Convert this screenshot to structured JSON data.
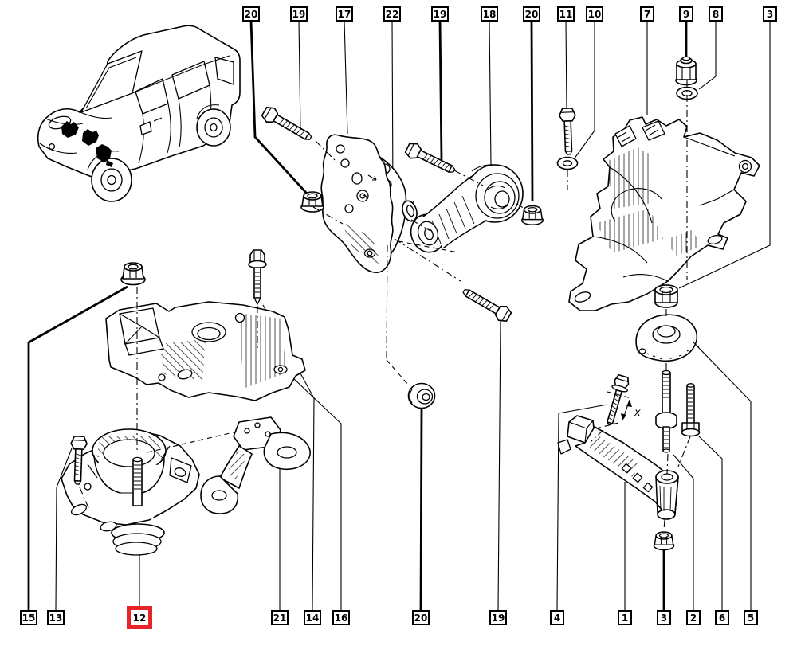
{
  "diagram": {
    "kind": "exploded-parts-diagram-engine-mounts",
    "background": "#ffffff",
    "line_color": "#000000",
    "highlight_color": "#e8232a",
    "highlighted_part": "12"
  },
  "callouts": {
    "top": [
      {
        "label": "20"
      },
      {
        "label": "19"
      },
      {
        "label": "17"
      },
      {
        "label": "22"
      },
      {
        "label": "19"
      },
      {
        "label": "18"
      },
      {
        "label": "20"
      },
      {
        "label": "11"
      },
      {
        "label": "10"
      },
      {
        "label": "7"
      },
      {
        "label": "9"
      },
      {
        "label": "8"
      },
      {
        "label": "3"
      }
    ],
    "bottom": [
      {
        "label": "15"
      },
      {
        "label": "13"
      },
      {
        "label": "12",
        "highlighted": true
      },
      {
        "label": "21"
      },
      {
        "label": "14"
      },
      {
        "label": "16"
      },
      {
        "label": "20"
      },
      {
        "label": "19"
      },
      {
        "label": "4"
      },
      {
        "label": "1"
      },
      {
        "label": "3"
      },
      {
        "label": "2"
      },
      {
        "label": "6"
      },
      {
        "label": "5"
      }
    ]
  },
  "annotations": {
    "dimension_label": "x"
  }
}
